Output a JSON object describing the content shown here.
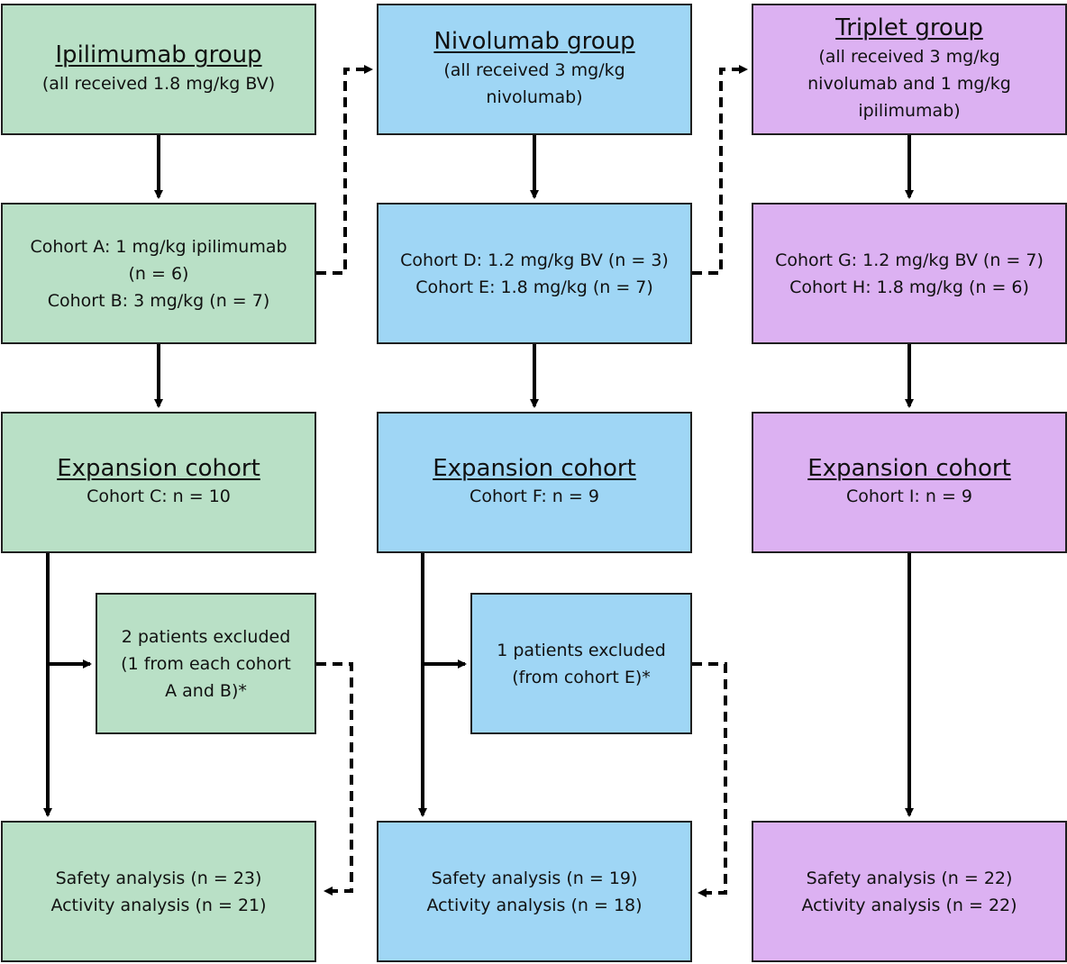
{
  "columns": [
    {
      "group": {
        "title": "Ipilimumab group",
        "subtitle_lines": [
          "(all received 1.8 mg/kg BV)"
        ]
      },
      "cohorts": {
        "lines": [
          "Cohort A: 1 mg/kg ipilimumab",
          "(n = 6)",
          "Cohort B: 3 mg/kg (n = 7)"
        ]
      },
      "expansion": {
        "title": "Expansion cohort",
        "subtitle": "Cohort C: n = 10"
      },
      "excluded": {
        "lines": [
          "2 patients excluded",
          "(1 from each cohort",
          "A and B)*"
        ]
      },
      "analysis": {
        "lines": [
          "Safety analysis (n = 23)",
          "Activity analysis (n = 21)"
        ]
      }
    },
    {
      "group": {
        "title": "Nivolumab group",
        "subtitle_lines": [
          "(all received 3 mg/kg",
          "nivolumab)"
        ]
      },
      "cohorts": {
        "lines": [
          "Cohort D: 1.2 mg/kg BV (n = 3)",
          "Cohort E: 1.8 mg/kg (n = 7)"
        ]
      },
      "expansion": {
        "title": "Expansion cohort",
        "subtitle": "Cohort F: n = 9"
      },
      "excluded": {
        "lines": [
          "1 patients excluded",
          "(from cohort E)*"
        ]
      },
      "analysis": {
        "lines": [
          "Safety analysis (n = 19)",
          "Activity analysis (n = 18)"
        ]
      }
    },
    {
      "group": {
        "title": "Triplet group",
        "subtitle_lines": [
          "(all received 3 mg/kg",
          "nivolumab and 1 mg/kg",
          "ipilimumab)"
        ]
      },
      "cohorts": {
        "lines": [
          "Cohort G: 1.2 mg/kg BV (n = 7)",
          "Cohort H: 1.8 mg/kg (n = 6)"
        ]
      },
      "expansion": {
        "title": "Expansion cohort",
        "subtitle": "Cohort I: n = 9"
      },
      "analysis": {
        "lines": [
          "Safety analysis (n = 22)",
          "Activity analysis (n = 22)"
        ]
      }
    }
  ],
  "colors": {
    "ipilimumab": "#b9e0c6",
    "nivolumab": "#9fd6f5",
    "triplet": "#dcb1f2",
    "border": "#1f1f1f"
  }
}
